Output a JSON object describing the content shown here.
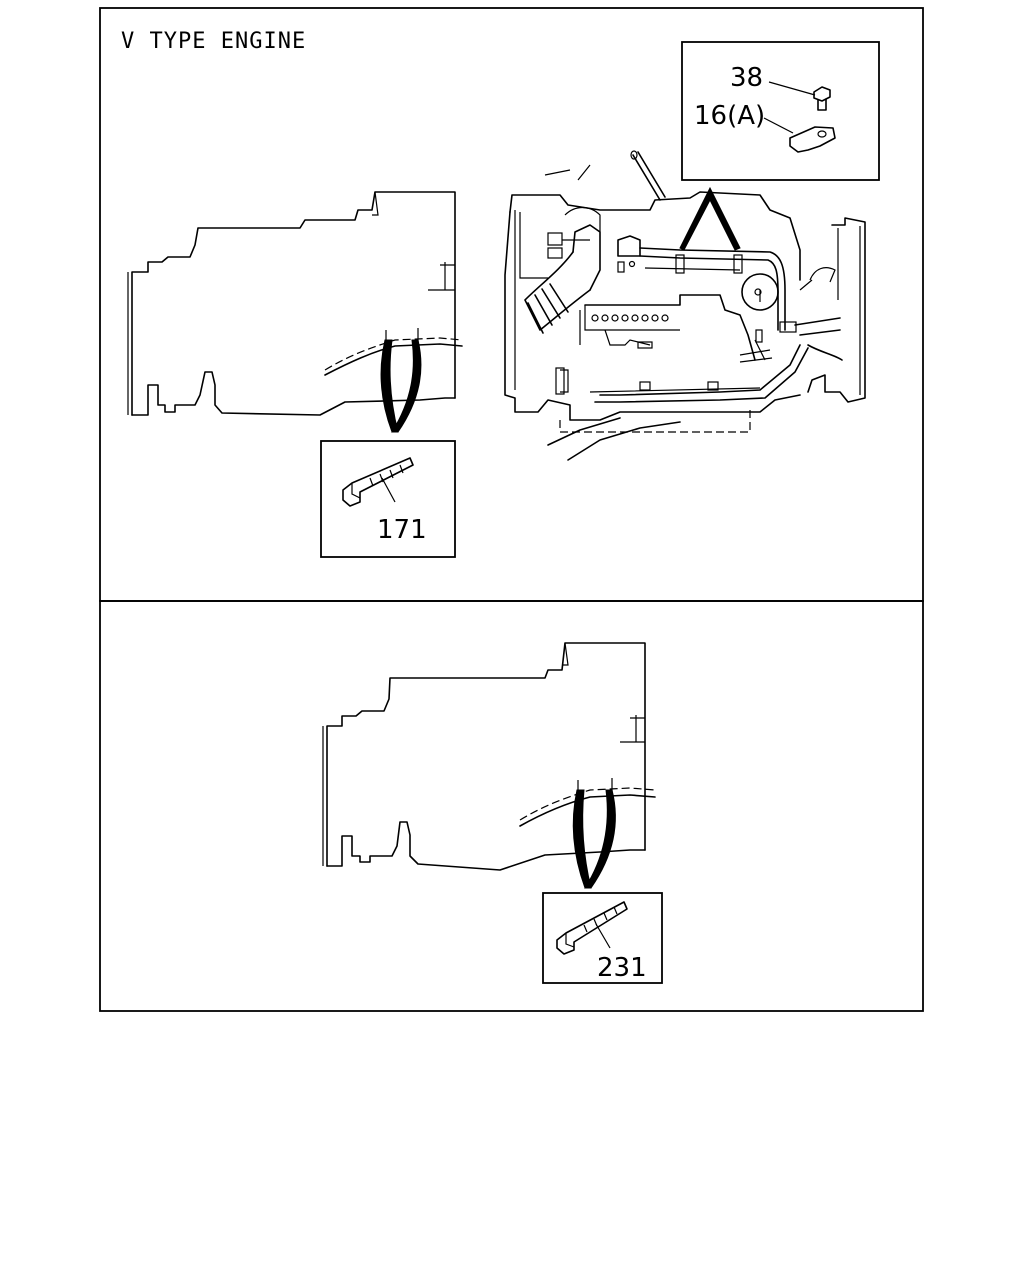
{
  "diagram": {
    "title": "V TYPE ENGINE",
    "callouts": {
      "bolt": "38",
      "clip": "16(A)",
      "tie_upper": "171",
      "tie_lower": "231"
    }
  }
}
